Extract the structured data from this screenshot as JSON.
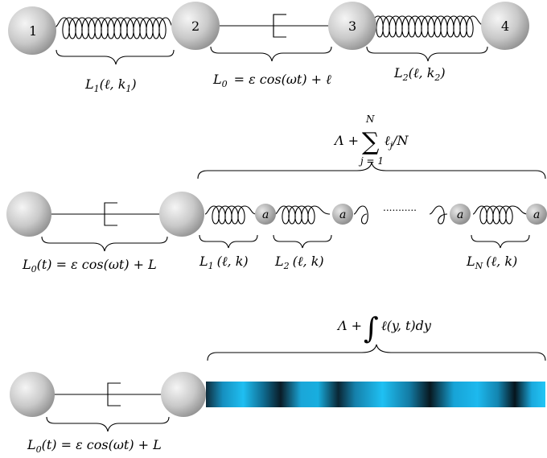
{
  "row1": {
    "balls": [
      "1",
      "2",
      "3",
      "4"
    ],
    "label_L1": "L",
    "label_L1_sub": "1",
    "label_L1_args": "(ℓ, k",
    "label_L1_k_sub": "1",
    "label_L1_close": ")",
    "label_L0": "L",
    "label_L0_sub": "0",
    "label_L0_rhs": "= ε cos(ωt) + ℓ",
    "label_L2": "L",
    "label_L2_sub": "2",
    "label_L2_args": "(ℓ, k",
    "label_L2_k_sub": "2",
    "label_L2_close": ")"
  },
  "row2": {
    "top_label_prefix": "Λ +",
    "sum_top": "N",
    "sum_symbol": "∑",
    "sum_bottom": "j = 1",
    "sum_term": "ℓ",
    "sum_term_sub": "j",
    "sum_suffix": "/N",
    "small_mass": "a",
    "dots": "...........",
    "label_L0t": "L",
    "label_L0t_sub": "0",
    "label_L0t_rhs": "(t)  =  ε cos(ωt)  +  L",
    "label_L1": "L",
    "label_L1_sub": "1",
    "label_L1_args": "(ℓ, k)",
    "label_L2": "L",
    "label_L2_sub": "2",
    "label_L2_args": "(ℓ, k)",
    "label_LN": "L",
    "label_LN_sub": "N",
    "label_LN_args": "(ℓ, k)"
  },
  "row3": {
    "top_label_prefix": "Λ +",
    "integral_symbol": "∫",
    "integral_body": "ℓ(y, t)dy",
    "label_L0t": "L",
    "label_L0t_sub": "0",
    "label_L0t_rhs": "(t)  =  ε cos(ωt)  +  L",
    "band_colors": [
      "#0b1a24",
      "#1db8ef"
    ]
  },
  "colors": {
    "ball_light": "#f2f2f2",
    "ball_dark": "#8c8c8c"
  }
}
